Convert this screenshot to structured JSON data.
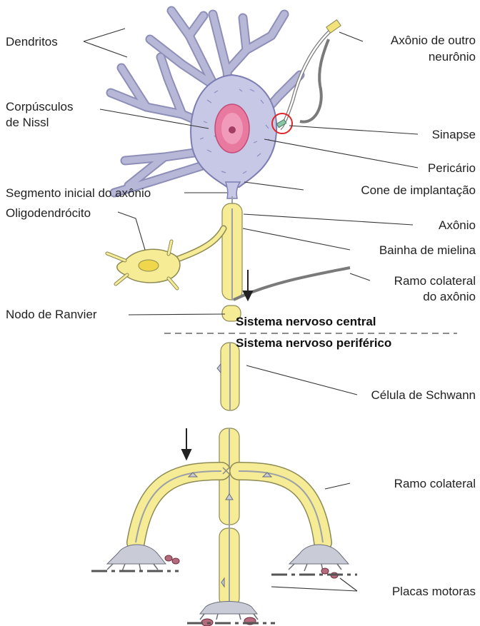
{
  "labels": {
    "dendritos": "Dendritos",
    "corpusculos_1": "Corpúsculos",
    "corpusculos_2": "de Nissl",
    "segmento": "Segmento inicial do axônio",
    "oligodendrocito": "Oligodendrócito",
    "nodo": "Nodo de Ranvier",
    "axonio_outro_1": "Axônio de outro",
    "axonio_outro_2": "neurônio",
    "sinapse": "Sinapse",
    "pericario": "Pericário",
    "cone": "Cone de implantação",
    "axonio": "Axônio",
    "bainha": "Bainha de mielina",
    "ramo_colateral_axonio_1": "Ramo colateral",
    "ramo_colateral_axonio_2": "do axônio",
    "snc": "Sistema nervoso central",
    "snp": "Sistema nervoso periférico",
    "schwann": "Célula de Schwann",
    "ramo_colateral": "Ramo colateral",
    "placas": "Placas motoras"
  },
  "colors": {
    "soma": "#c7c8e6",
    "nucleus": "#e87aa0",
    "myelin": "#f6ec96",
    "dendrite": "#b7b8d8"
  }
}
